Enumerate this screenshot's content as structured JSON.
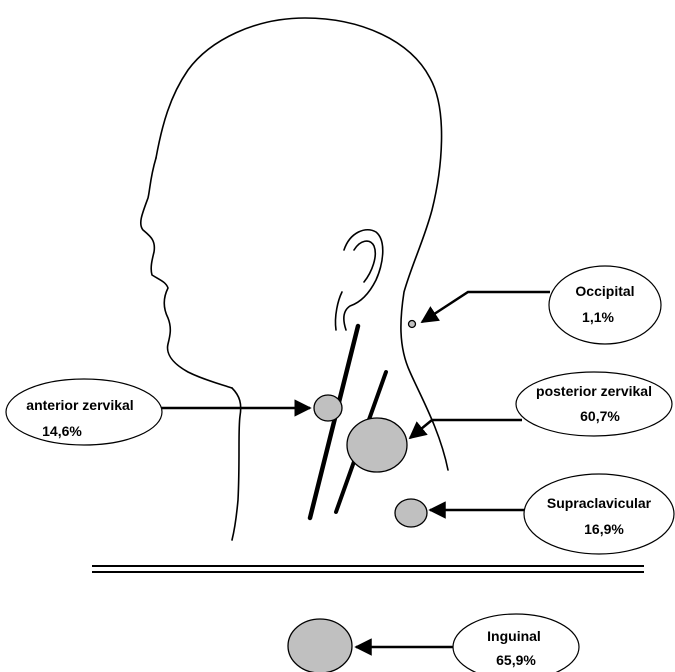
{
  "labels": {
    "occipital": {
      "name": "Occipital",
      "value": "1,1%"
    },
    "anterior_zervikal": {
      "name": "anterior zervikal",
      "value": "14,6%"
    },
    "posterior_zervikal": {
      "name": "posterior zervikal",
      "value": "60,7%"
    },
    "supraclavicular": {
      "name": "Supraclavicular",
      "value": "16,9%"
    },
    "inguinal": {
      "name": "Inguinal",
      "value": "65,9%"
    }
  },
  "colors": {
    "node_fill": "#c0c0c0",
    "stroke": "#000000",
    "background": "#ffffff"
  },
  "icons": {
    "figure": "head-profile-icon",
    "node": "lymph-node-icon",
    "arrow": "arrow-icon"
  }
}
